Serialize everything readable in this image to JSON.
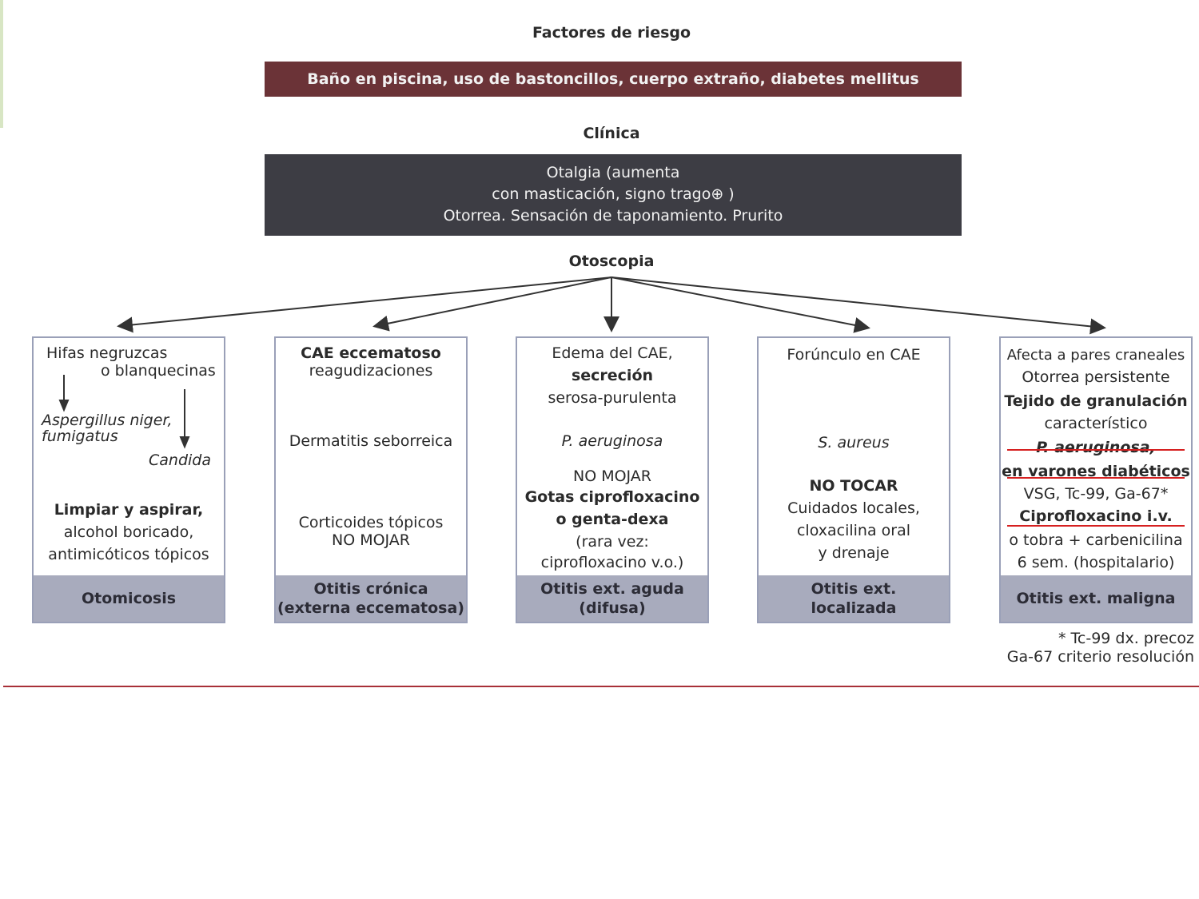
{
  "headings": {
    "factores": "Factores de riesgo",
    "clinica": "Clínica",
    "otoscopia": "Otoscopia"
  },
  "risk_factors": "Baño en piscina, uso de bastoncillos, cuerpo extraño, diabetes mellitus",
  "clinic_lines": [
    "Otalgia (aumenta",
    "con masticación, signo trago⊕ )",
    "Otorrea. Sensación de taponamiento. Prurito"
  ],
  "columns": [
    {
      "lines": [
        "Hifas negruzcas",
        "o blanquecinas"
      ],
      "organisms": [
        "Aspergillus niger,",
        "fumigatus",
        "Candida"
      ],
      "treatment": [
        "Limpiar y aspirar,",
        "alcohol boricado,",
        "antimicóticos tópicos"
      ],
      "footer": [
        "Otomicosis"
      ]
    },
    {
      "lines": [
        "CAE eccematoso",
        "reagudizaciones"
      ],
      "cause": "Dermatitis seborreica",
      "treatment": [
        "Corticoides tópicos",
        "NO MOJAR"
      ],
      "footer": [
        "Otitis crónica",
        "(externa eccematosa)"
      ]
    },
    {
      "lines": [
        "Edema del CAE,",
        "secreción",
        "serosa-purulenta"
      ],
      "organism": "P. aeruginosa",
      "treatment": [
        "NO MOJAR",
        "Gotas ciprofloxacino",
        "o genta-dexa",
        "(rara vez:",
        "ciprofloxacino v.o.)"
      ],
      "footer": [
        "Otitis ext. aguda",
        "(difusa)"
      ]
    },
    {
      "lines": [
        "Forúnculo en CAE"
      ],
      "organism": "S. aureus",
      "treatment": [
        "NO TOCAR",
        "Cuidados locales,",
        "cloxacilina oral",
        "y drenaje"
      ],
      "footer": [
        "Otitis ext.",
        "localizada"
      ]
    },
    {
      "lines": [
        "Afecta a pares craneales",
        "Otorrea persistente",
        "Tejido de granulación",
        "característico",
        "P. aeruginosa,",
        "en varones diabéticos",
        "VSG, Tc-99, Ga-67*",
        "Ciprofloxacino i.v.",
        "o tobra + carbenicilina",
        "6 sem. (hospitalario)"
      ],
      "footer": [
        "Otitis ext. maligna"
      ]
    }
  ],
  "footnote": [
    "* Tc-99 dx. precoz",
    "Ga-67 criterio resolución"
  ],
  "colors": {
    "risk_bar": "#6b3337",
    "clinic_bar": "#3d3d44",
    "footer_band": "#a8abbd",
    "box_border": "#9aa0b8",
    "strike": "#d62020",
    "bottom_rule": "#a83038"
  }
}
